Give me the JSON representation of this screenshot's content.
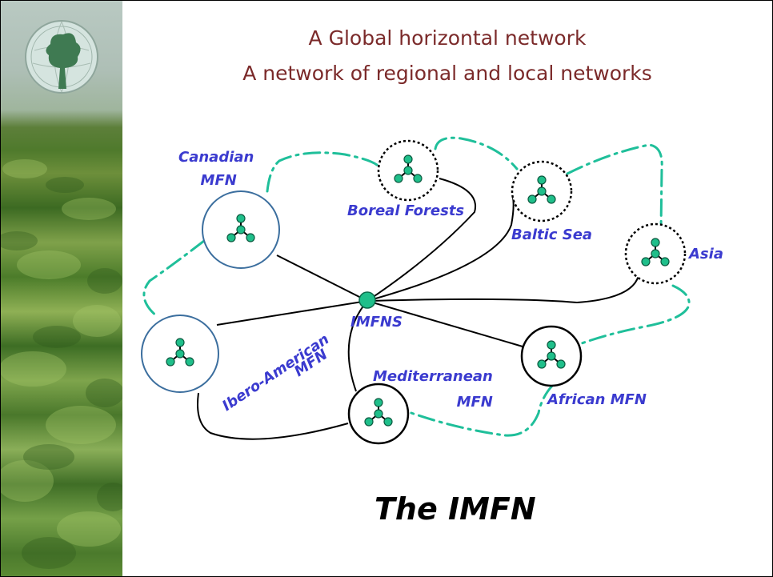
{
  "title": {
    "line1": "A Global horizontal network",
    "line2": "A network of regional and local networks"
  },
  "hub": {
    "label": "IMFNS",
    "color": "#1fbf8a"
  },
  "networks": {
    "canadian": "Canadian\nMFN",
    "boreal": "Boreal Forests",
    "baltic": "Baltic Sea",
    "asia": "Asia",
    "ibero": "Ibero-American\nMFN",
    "mediterranean": "Mediterranean\nMFN",
    "african": "African MFN"
  },
  "caption": "The IMFN",
  "colors": {
    "title": "#7b2a2a",
    "label": "#3b3bcf",
    "dashed_link": "#1fbf9a",
    "node_fill": "#1fbf8a",
    "circle_blue": "#3b6e9e"
  }
}
